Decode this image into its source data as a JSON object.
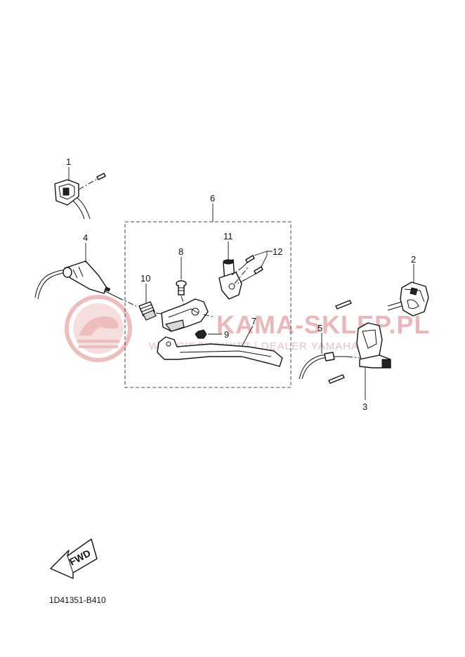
{
  "callouts": [
    {
      "id": "c1",
      "label": "1"
    },
    {
      "id": "c2",
      "label": "2"
    },
    {
      "id": "c3",
      "label": "3"
    },
    {
      "id": "c4",
      "label": "4"
    },
    {
      "id": "c5",
      "label": "5"
    },
    {
      "id": "c6",
      "label": "6"
    },
    {
      "id": "c7",
      "label": "7"
    },
    {
      "id": "c8",
      "label": "8"
    },
    {
      "id": "c9",
      "label": "9"
    },
    {
      "id": "c10",
      "label": "10"
    },
    {
      "id": "c11",
      "label": "11"
    },
    {
      "id": "c12",
      "label": "12"
    }
  ],
  "watermark": {
    "brand": "KAMA-SKLEP.PL",
    "tagline": "WODCIECHOWITZ | DEALER YAMAHA",
    "logo_color": "#e9a9a9"
  },
  "direction_label": "FWD",
  "diagram_code": "1D41351-B410"
}
